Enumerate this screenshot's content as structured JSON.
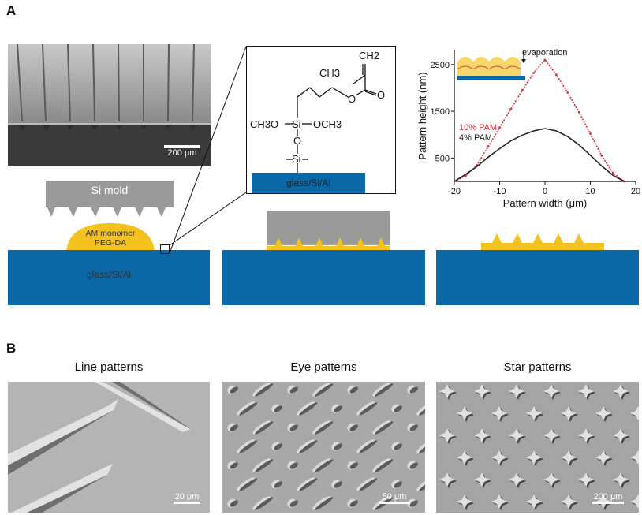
{
  "panel_a": {
    "label": "A",
    "sem_scalebar": "200 μm",
    "si_mold_label": "Si mold",
    "monomer_label_1": "AM monomer",
    "monomer_label_2": "PEG-DA",
    "substrate_label": "glass/Si/Al",
    "chem": {
      "ch2": "CH2",
      "ch3": "CH3",
      "och3_left": "CH3O",
      "och3_right": "OCH3",
      "si_top": "Si",
      "si_bottom": "Si",
      "o_mid": "O",
      "o_ester": "O",
      "o_carbonyl": "O",
      "substrate": "glass/Si/Al"
    },
    "colors": {
      "substrate": "#0a68a6",
      "monomer": "#f4c21f",
      "mold": "#9a9a9a",
      "pam10": "#d9323a",
      "pam4": "#222222"
    }
  },
  "chart_data": {
    "type": "line",
    "xlabel": "Pattern width (μm)",
    "ylabel": "Pattern height (nm)",
    "xlim": [
      -20,
      20
    ],
    "ylim": [
      0,
      2800
    ],
    "xticks": [
      -20,
      -10,
      0,
      10,
      20
    ],
    "yticks": [
      500,
      1500,
      2500
    ],
    "annotation": "evaporation",
    "legend": "inside, left",
    "series": [
      {
        "name": "10% PAM",
        "color": "#d9323a",
        "x": [
          -20,
          -17.5,
          -15,
          -12.5,
          -10,
          -7.5,
          -5,
          -2.5,
          0,
          2.5,
          5,
          7.5,
          10,
          12.5,
          15,
          17.5
        ],
        "y": [
          0,
          120,
          350,
          750,
          1150,
          1550,
          1950,
          2320,
          2600,
          2280,
          1900,
          1480,
          1020,
          550,
          180,
          0
        ]
      },
      {
        "name": "4% PAM",
        "color": "#222222",
        "x": [
          -20,
          -17.5,
          -15,
          -12.5,
          -10,
          -7.5,
          -5,
          -2.5,
          0,
          2.5,
          5,
          7.5,
          10,
          12.5,
          15,
          17.5
        ],
        "y": [
          0,
          150,
          320,
          520,
          700,
          870,
          990,
          1080,
          1130,
          1080,
          960,
          780,
          560,
          330,
          130,
          0
        ]
      }
    ]
  },
  "panel_b": {
    "label": "B",
    "captions": [
      "Line patterns",
      "Eye patterns",
      "Star patterns"
    ],
    "scalebars": [
      "20 μm",
      "50 μm",
      "200 μm"
    ]
  }
}
